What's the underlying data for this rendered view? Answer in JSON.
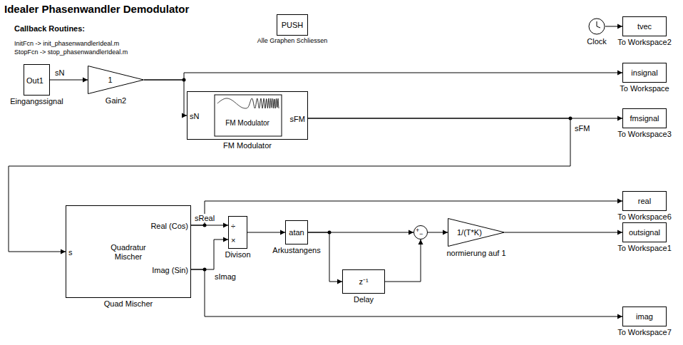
{
  "diagram": {
    "title": "Idealer Phasenwandler Demodulator",
    "nodes": [
      {
        "text": [
          "Out1",
          "Eingangssignal"
        ]
      },
      {
        "text": [
          "1",
          "Gain2"
        ]
      },
      {
        "text": [
          "sN",
          "FM Modulator",
          "sFM",
          "FM Modulator"
        ]
      },
      {
        "text": [
          "PUSH",
          "Alle Graphen Schliessen"
        ]
      },
      {
        "text": [
          "Clock"
        ]
      },
      {
        "text": [
          "tvec",
          "To Workspace2"
        ]
      },
      {
        "text": [
          "insignal",
          "To Workspace"
        ]
      },
      {
        "text": [
          "fmsignal",
          "To Workspace3"
        ]
      },
      {
        "text": [
          "s",
          "Quadratur Mischer",
          "Real (Cos)",
          "Imag (Sin)",
          "Quad Mischer"
        ]
      },
      {
        "text": [
          "÷",
          "×",
          "Divison"
        ]
      },
      {
        "text": [
          "atan",
          "Arkustangens"
        ]
      },
      {
        "text": [
          "+",
          "−"
        ]
      },
      {
        "text": [
          "z⁻¹",
          "Delay"
        ]
      },
      {
        "text": [
          "1/(T*K)",
          "normierung auf 1"
        ]
      },
      {
        "text": [
          "outsignal",
          "To Workspace1"
        ]
      },
      {
        "text": [
          "real",
          "To Workspace6"
        ]
      },
      {
        "text": [
          "imag",
          "To Workspace7"
        ]
      }
    ],
    "edges": [
      {
        "from": 4,
        "to": 5,
        "arrow": "to"
      },
      {
        "from": 0,
        "to": 1,
        "arrow": "to",
        "label": "sN"
      },
      {
        "from": 1,
        "to": 2,
        "arrow": "to"
      },
      {
        "from": 1,
        "to": 6,
        "arrow": "to"
      },
      {
        "from": 2,
        "to": 7,
        "arrow": "to"
      },
      {
        "from": 2,
        "to": 8,
        "arrow": "to",
        "label": "sFM"
      },
      {
        "from": 8,
        "to": 9,
        "arrow": "to",
        "label": "sReal"
      },
      {
        "from": 8,
        "to": 15,
        "arrow": "to"
      },
      {
        "from": 8,
        "to": 9,
        "arrow": "to",
        "label": "sImag"
      },
      {
        "from": 8,
        "to": 16,
        "arrow": "to"
      },
      {
        "from": 9,
        "to": 10,
        "arrow": "to"
      },
      {
        "from": 10,
        "to": 11,
        "arrow": "to"
      },
      {
        "from": 10,
        "to": 12,
        "arrow": "to"
      },
      {
        "from": 12,
        "to": 11,
        "arrow": "to"
      },
      {
        "from": 11,
        "to": 13,
        "arrow": "to"
      },
      {
        "from": 13,
        "to": 14,
        "arrow": "to"
      }
    ],
    "labels": [
      "Callback Routines:",
      "InitFcn -> init_phasenwandlerIdeal.m",
      "StopFcn -> stop_phasenwandlerIdeal.m"
    ]
  }
}
